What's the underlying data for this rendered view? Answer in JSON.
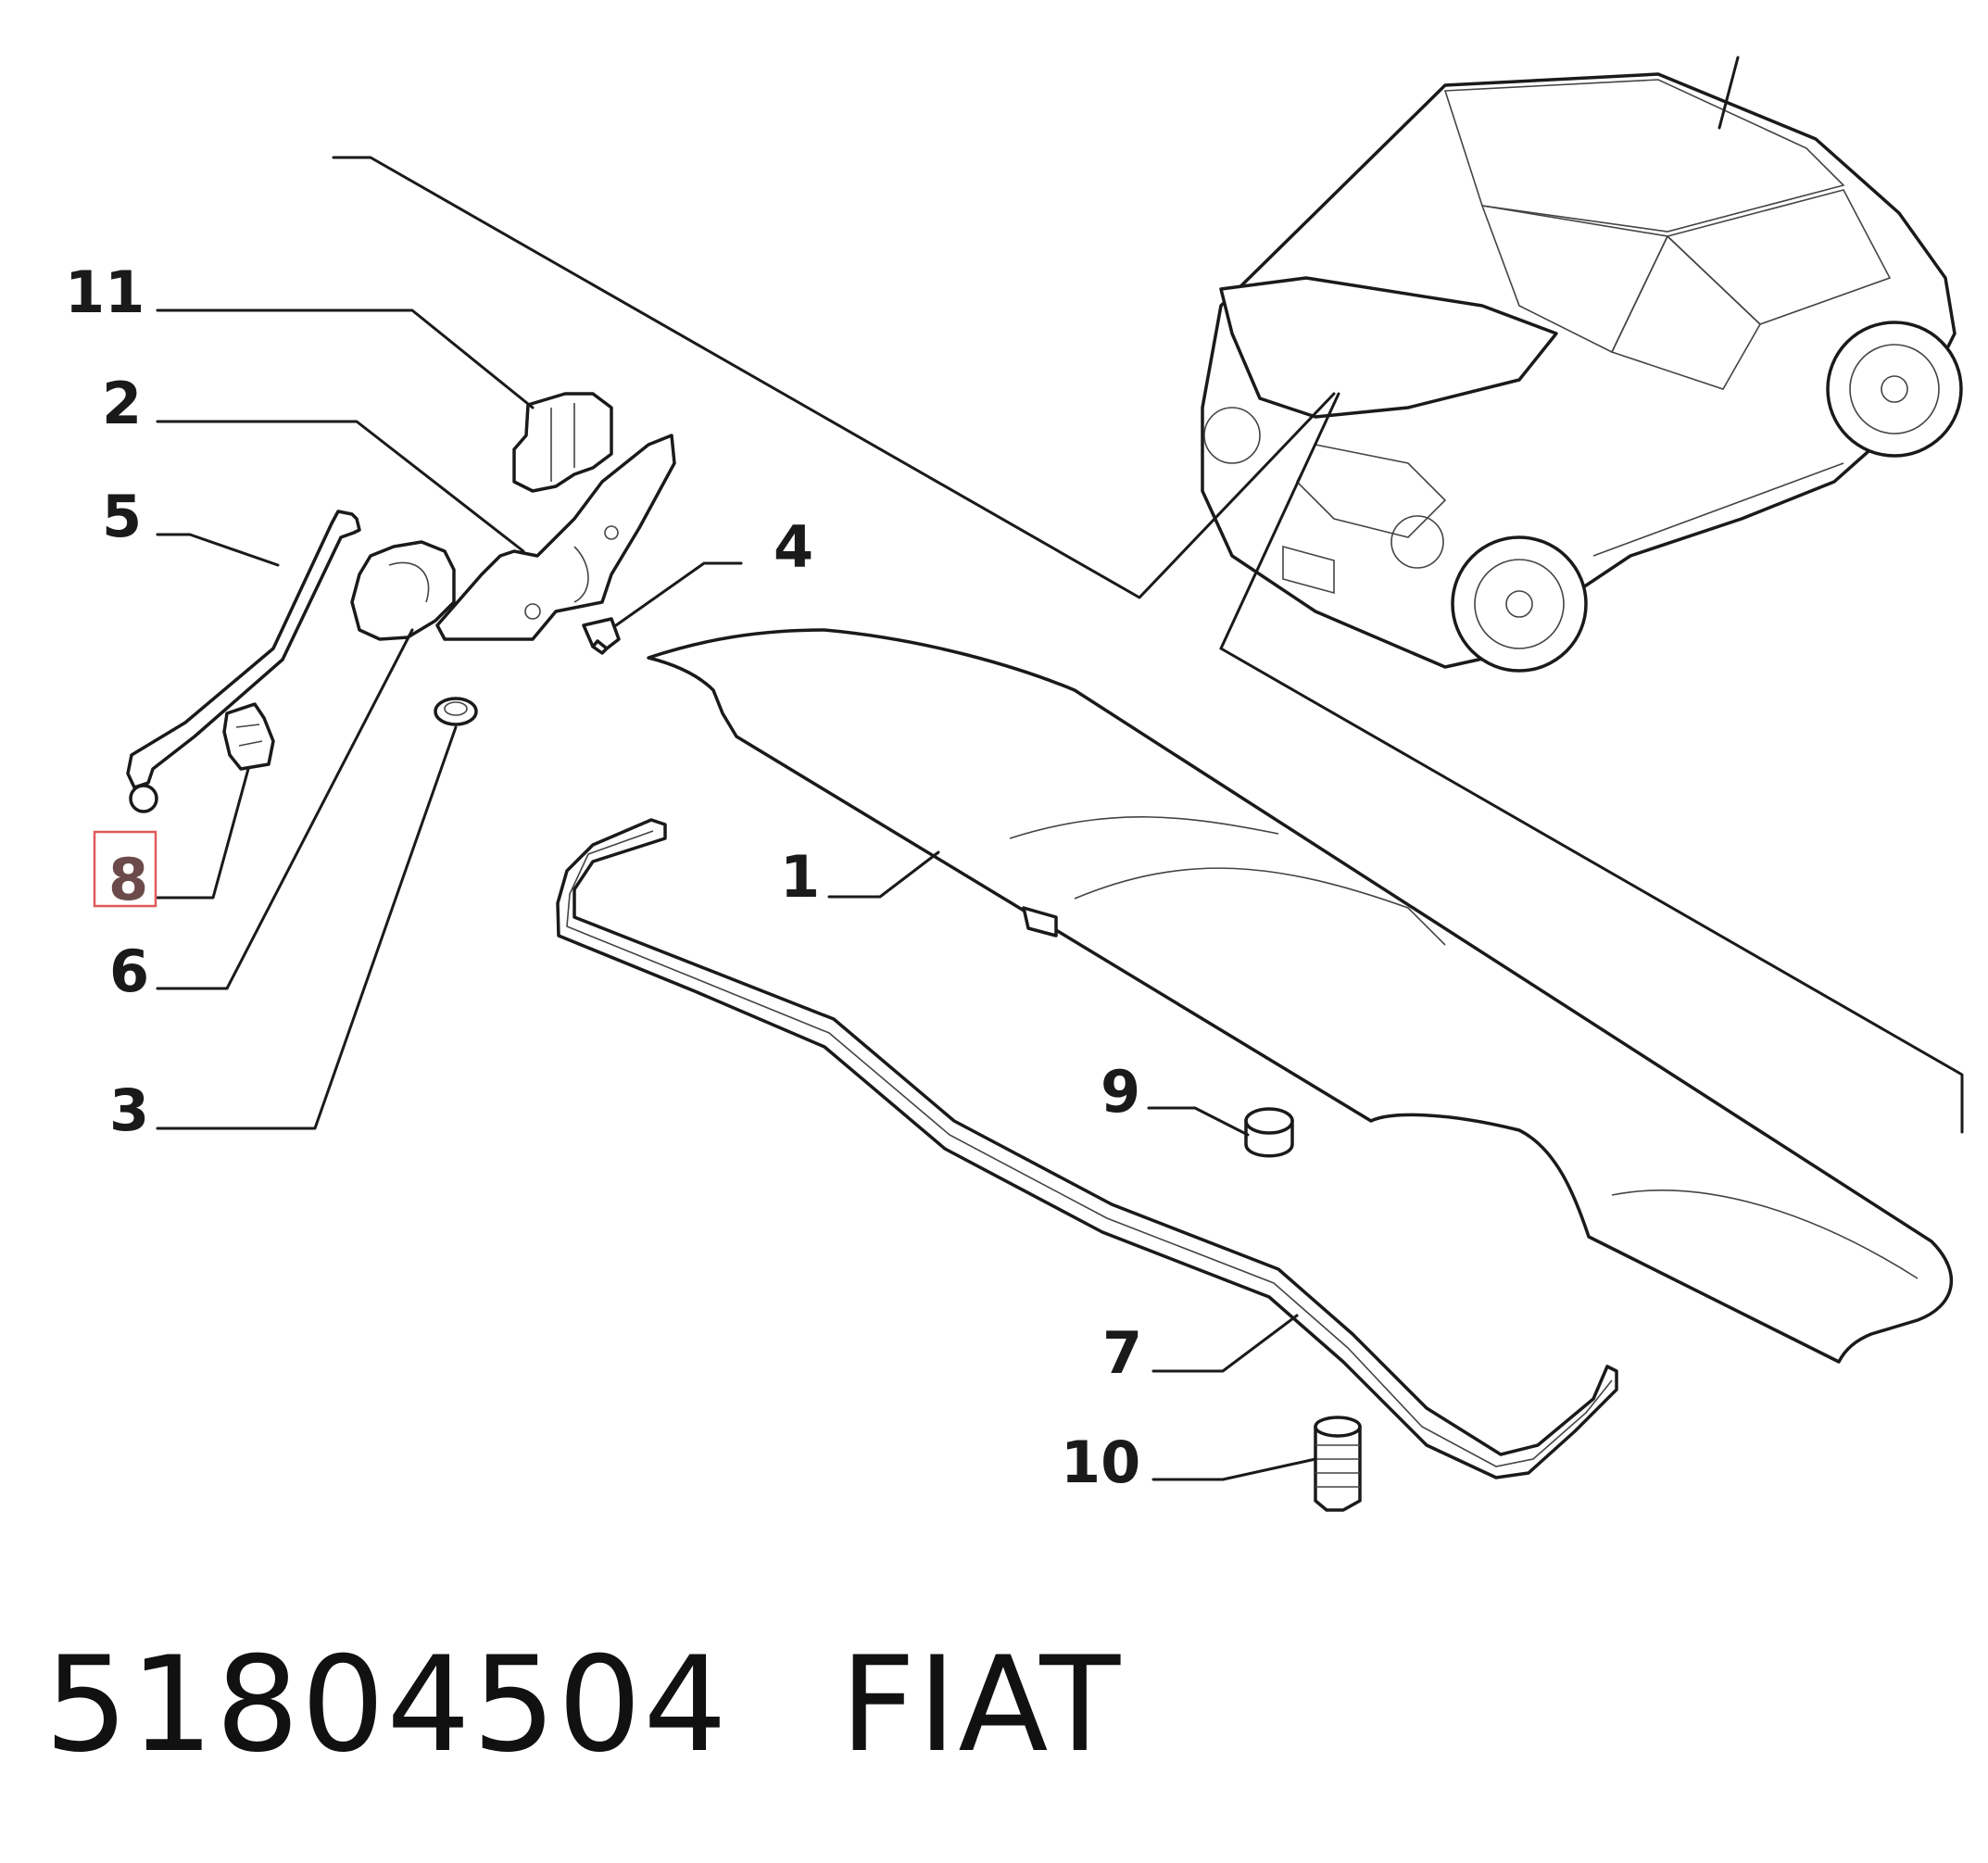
{
  "callouts": [
    {
      "id": "11",
      "label": "11"
    },
    {
      "id": "2",
      "label": "2"
    },
    {
      "id": "5",
      "label": "5"
    },
    {
      "id": "4",
      "label": "4"
    },
    {
      "id": "8",
      "label": "8",
      "highlighted": true
    },
    {
      "id": "1",
      "label": "1"
    },
    {
      "id": "6",
      "label": "6"
    },
    {
      "id": "9",
      "label": "9"
    },
    {
      "id": "3",
      "label": "3"
    },
    {
      "id": "7",
      "label": "7"
    },
    {
      "id": "10",
      "label": "10"
    }
  ],
  "footer": {
    "part_number": "51804504",
    "brand": "FIAT"
  },
  "colors": {
    "line": "#1a1a1a",
    "highlight_box": "#e05a5a",
    "highlight_text": "#6d4a4a"
  }
}
